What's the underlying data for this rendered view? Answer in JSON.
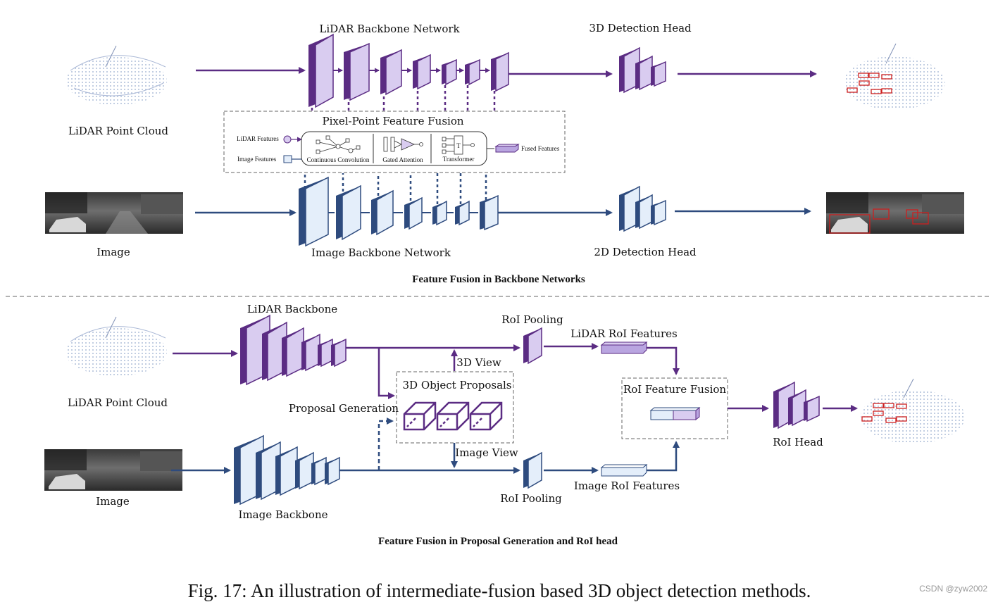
{
  "colors": {
    "lidar": "#5b2c83",
    "lidar_fill": "#d9ccf0",
    "image": "#2e4b7e",
    "image_fill": "#e4eefa",
    "box": "#cc1f1f"
  },
  "top": {
    "lidar_input_label": "LiDAR Point Cloud",
    "image_input_label": "Image",
    "lidar_backbone_label": "LiDAR Backbone Network",
    "image_backbone_label": "Image Backbone Network",
    "det3d_label": "3D Detection Head",
    "det2d_label": "2D Detection Head",
    "fusion": {
      "title": "Pixel-Point Feature Fusion",
      "lidar_features": "LiDAR Features",
      "image_features": "Image Features",
      "continuous_convolution": "Continuous Convolution",
      "gated_attention": "Gated Attention",
      "transformer": "Transformer",
      "transformer_symbol": "T",
      "fused_features": "Fused Features"
    },
    "section_title": "Feature Fusion in Backbone Networks"
  },
  "bottom": {
    "lidar_input_label": "LiDAR Point Cloud",
    "image_input_label": "Image",
    "lidar_backbone_label": "LiDAR Backbone",
    "image_backbone_label": "Image Backbone",
    "roi_pooling_top": "RoI Pooling",
    "roi_pooling_bottom": "RoI Pooling",
    "lidar_roi_features": "LiDAR RoI Features",
    "image_roi_features": "Image RoI Features",
    "view_3d": "3D View",
    "image_view": "Image View",
    "proposals_title": "3D Object Proposals",
    "proposal_generation": "Proposal Generation",
    "roi_fusion_title": "RoI Feature Fusion",
    "roi_head": "RoI Head",
    "section_title": "Feature Fusion in Proposal Generation and RoI head"
  },
  "caption": "Fig. 17: An illustration of intermediate-fusion based 3D object detection methods.",
  "watermark": "CSDN @zyw2002"
}
